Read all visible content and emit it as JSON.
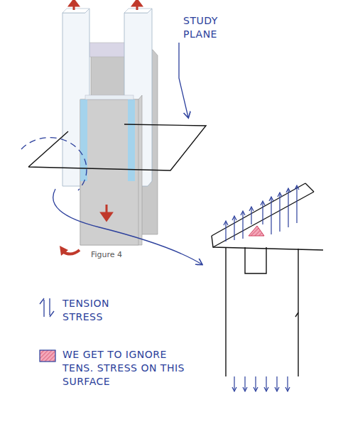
{
  "diagram": {
    "caption": "Figure 4",
    "labels": [
      "STUDY PLANE"
    ],
    "legend": [
      {
        "text": "TENSION STRESS"
      },
      {
        "text": "WE GET TO IGNORE TENS. STRESS ON THIS SURFACE"
      }
    ]
  }
}
